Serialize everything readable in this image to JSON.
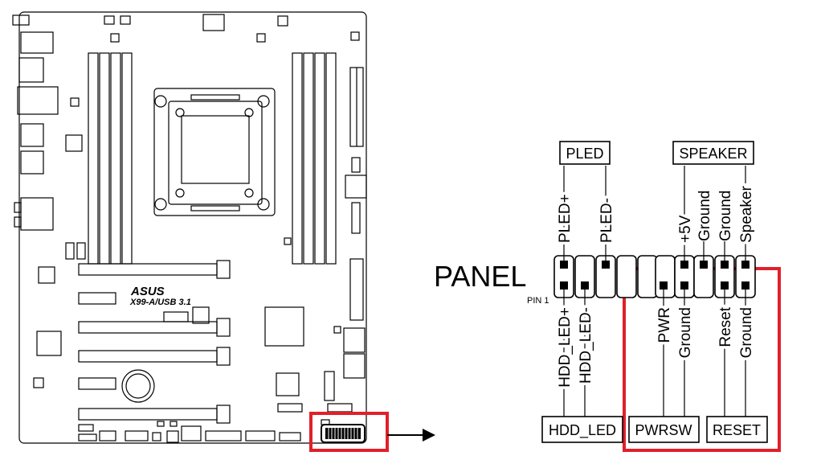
{
  "board": {
    "brand": "ASUS",
    "model": "X99-A/USB 3.1"
  },
  "panel": {
    "title": "PANEL",
    "pin1_label": "PIN 1",
    "group_top_left": "PLED",
    "group_top_right": "SPEAKER",
    "group_bottom_left": "HDD_LED",
    "group_bottom_mid": "PWRSW",
    "group_bottom_right": "RESET",
    "top_pins": [
      "PLED+",
      "PLED-",
      "+5V",
      "Ground",
      "Ground",
      "Speaker"
    ],
    "bottom_pins": [
      "HDD_LED+",
      "HDD_LED-",
      "PWR",
      "Ground",
      "Reset",
      "Ground"
    ]
  },
  "colors": {
    "highlight": "#e0202a",
    "line": "#000000"
  }
}
